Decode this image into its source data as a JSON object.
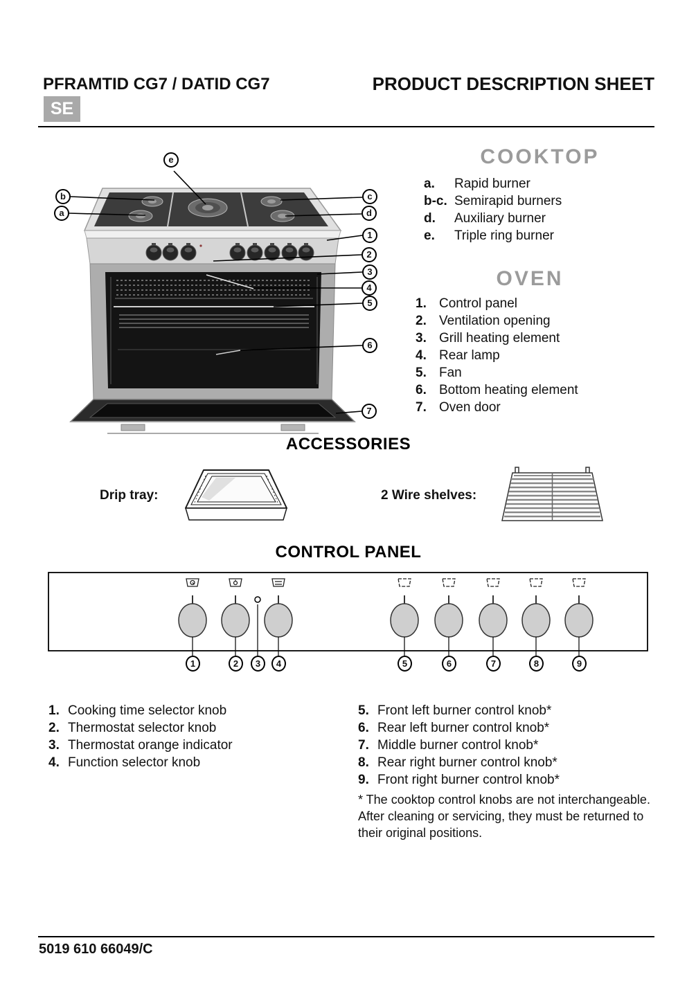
{
  "header": {
    "model": "PFRAMTID CG7 / DATID CG7",
    "title": "PRODUCT DESCRIPTION SHEET",
    "language_badge": "SE"
  },
  "cooktop": {
    "title": "COOKTOP",
    "items": [
      {
        "key": "a.",
        "label": "Rapid burner"
      },
      {
        "key": "b-c.",
        "label": "Semirapid burners"
      },
      {
        "key": "d.",
        "label": "Auxiliary burner"
      },
      {
        "key": "e.",
        "label": "Triple ring burner"
      }
    ]
  },
  "oven": {
    "title": "OVEN",
    "items": [
      {
        "key": "1.",
        "label": "Control panel"
      },
      {
        "key": "2.",
        "label": "Ventilation opening"
      },
      {
        "key": "3.",
        "label": "Grill heating element"
      },
      {
        "key": "4.",
        "label": "Rear lamp"
      },
      {
        "key": "5.",
        "label": "Fan"
      },
      {
        "key": "6.",
        "label": "Bottom heating element"
      },
      {
        "key": "7.",
        "label": "Oven door"
      }
    ]
  },
  "diagram_callouts": {
    "cooktop_letters": [
      "a",
      "b",
      "c",
      "d",
      "e"
    ],
    "oven_numbers": [
      "1",
      "2",
      "3",
      "4",
      "5",
      "6",
      "7"
    ]
  },
  "accessories": {
    "title": "ACCESSORIES",
    "drip_tray_label": "Drip tray:",
    "wire_shelves_label": "2 Wire shelves:"
  },
  "control_panel": {
    "title": "CONTROL PANEL",
    "callouts": [
      "1",
      "2",
      "3",
      "4",
      "5",
      "6",
      "7",
      "8",
      "9"
    ]
  },
  "legend": {
    "left": [
      {
        "key": "1.",
        "label": "Cooking time selector knob"
      },
      {
        "key": "2.",
        "label": "Thermostat selector knob"
      },
      {
        "key": "3.",
        "label": "Thermostat orange indicator"
      },
      {
        "key": "4.",
        "label": "Function selector knob"
      }
    ],
    "right": [
      {
        "key": "5.",
        "label": "Front left burner control knob*"
      },
      {
        "key": "6.",
        "label": "Rear left burner control knob*"
      },
      {
        "key": "7.",
        "label": "Middle burner control knob*"
      },
      {
        "key": "8.",
        "label": "Rear right burner control knob*"
      },
      {
        "key": "9.",
        "label": "Front right burner control knob*"
      }
    ],
    "footnote": "* The cooktop control knobs are not interchangeable. After cleaning or servicing, they must be returned to their original positions."
  },
  "footer": {
    "code": "5019 610 66049/C"
  },
  "colors": {
    "section_title_gray": "#9b9b9b",
    "badge_gray": "#a9a9a9",
    "panel_knob_gray": "#cfcfcf",
    "text_black": "#111111"
  }
}
